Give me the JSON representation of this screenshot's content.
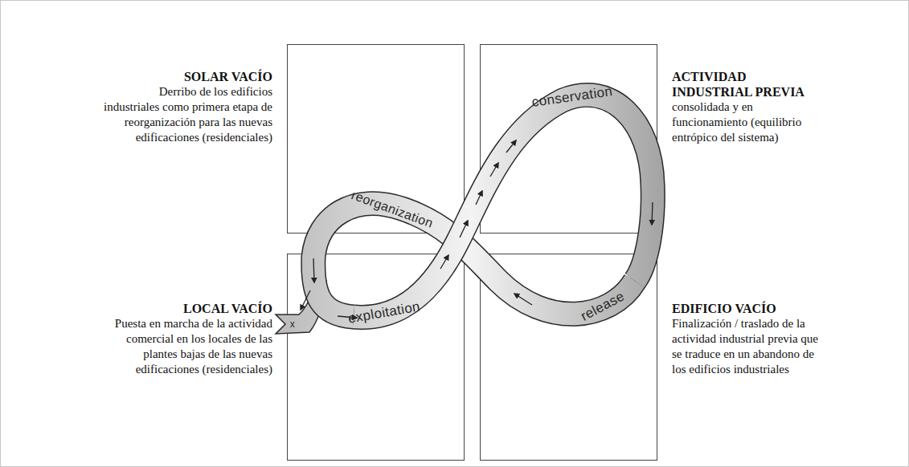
{
  "diagram": {
    "nodes": [
      {
        "text": [
          "SOLAR VACÍO",
          "Derribo de los edificios industriales como primera etapa de reorganización para las nuevas edificaciones (residenciales)"
        ]
      },
      {
        "text": [
          "ACTIVIDAD INDUSTRIAL PREVIA",
          "consolidada y en funcionamiento (equilibrio entrópico del sistema)"
        ]
      },
      {
        "text": [
          "LOCAL VACÍO",
          "Puesta en marcha de la actividad comercial en los locales de las plantes bajas de las nuevas edificaciones (residenciales)"
        ]
      },
      {
        "text": [
          "EDIFICIO VACÍO",
          "Finalización / traslado de la actividad industrial previa que se traduce en un abandono de los edificios industriales"
        ]
      }
    ],
    "labels": [
      "conservation",
      "reorganization",
      "exploitation",
      "release",
      "x"
    ]
  }
}
